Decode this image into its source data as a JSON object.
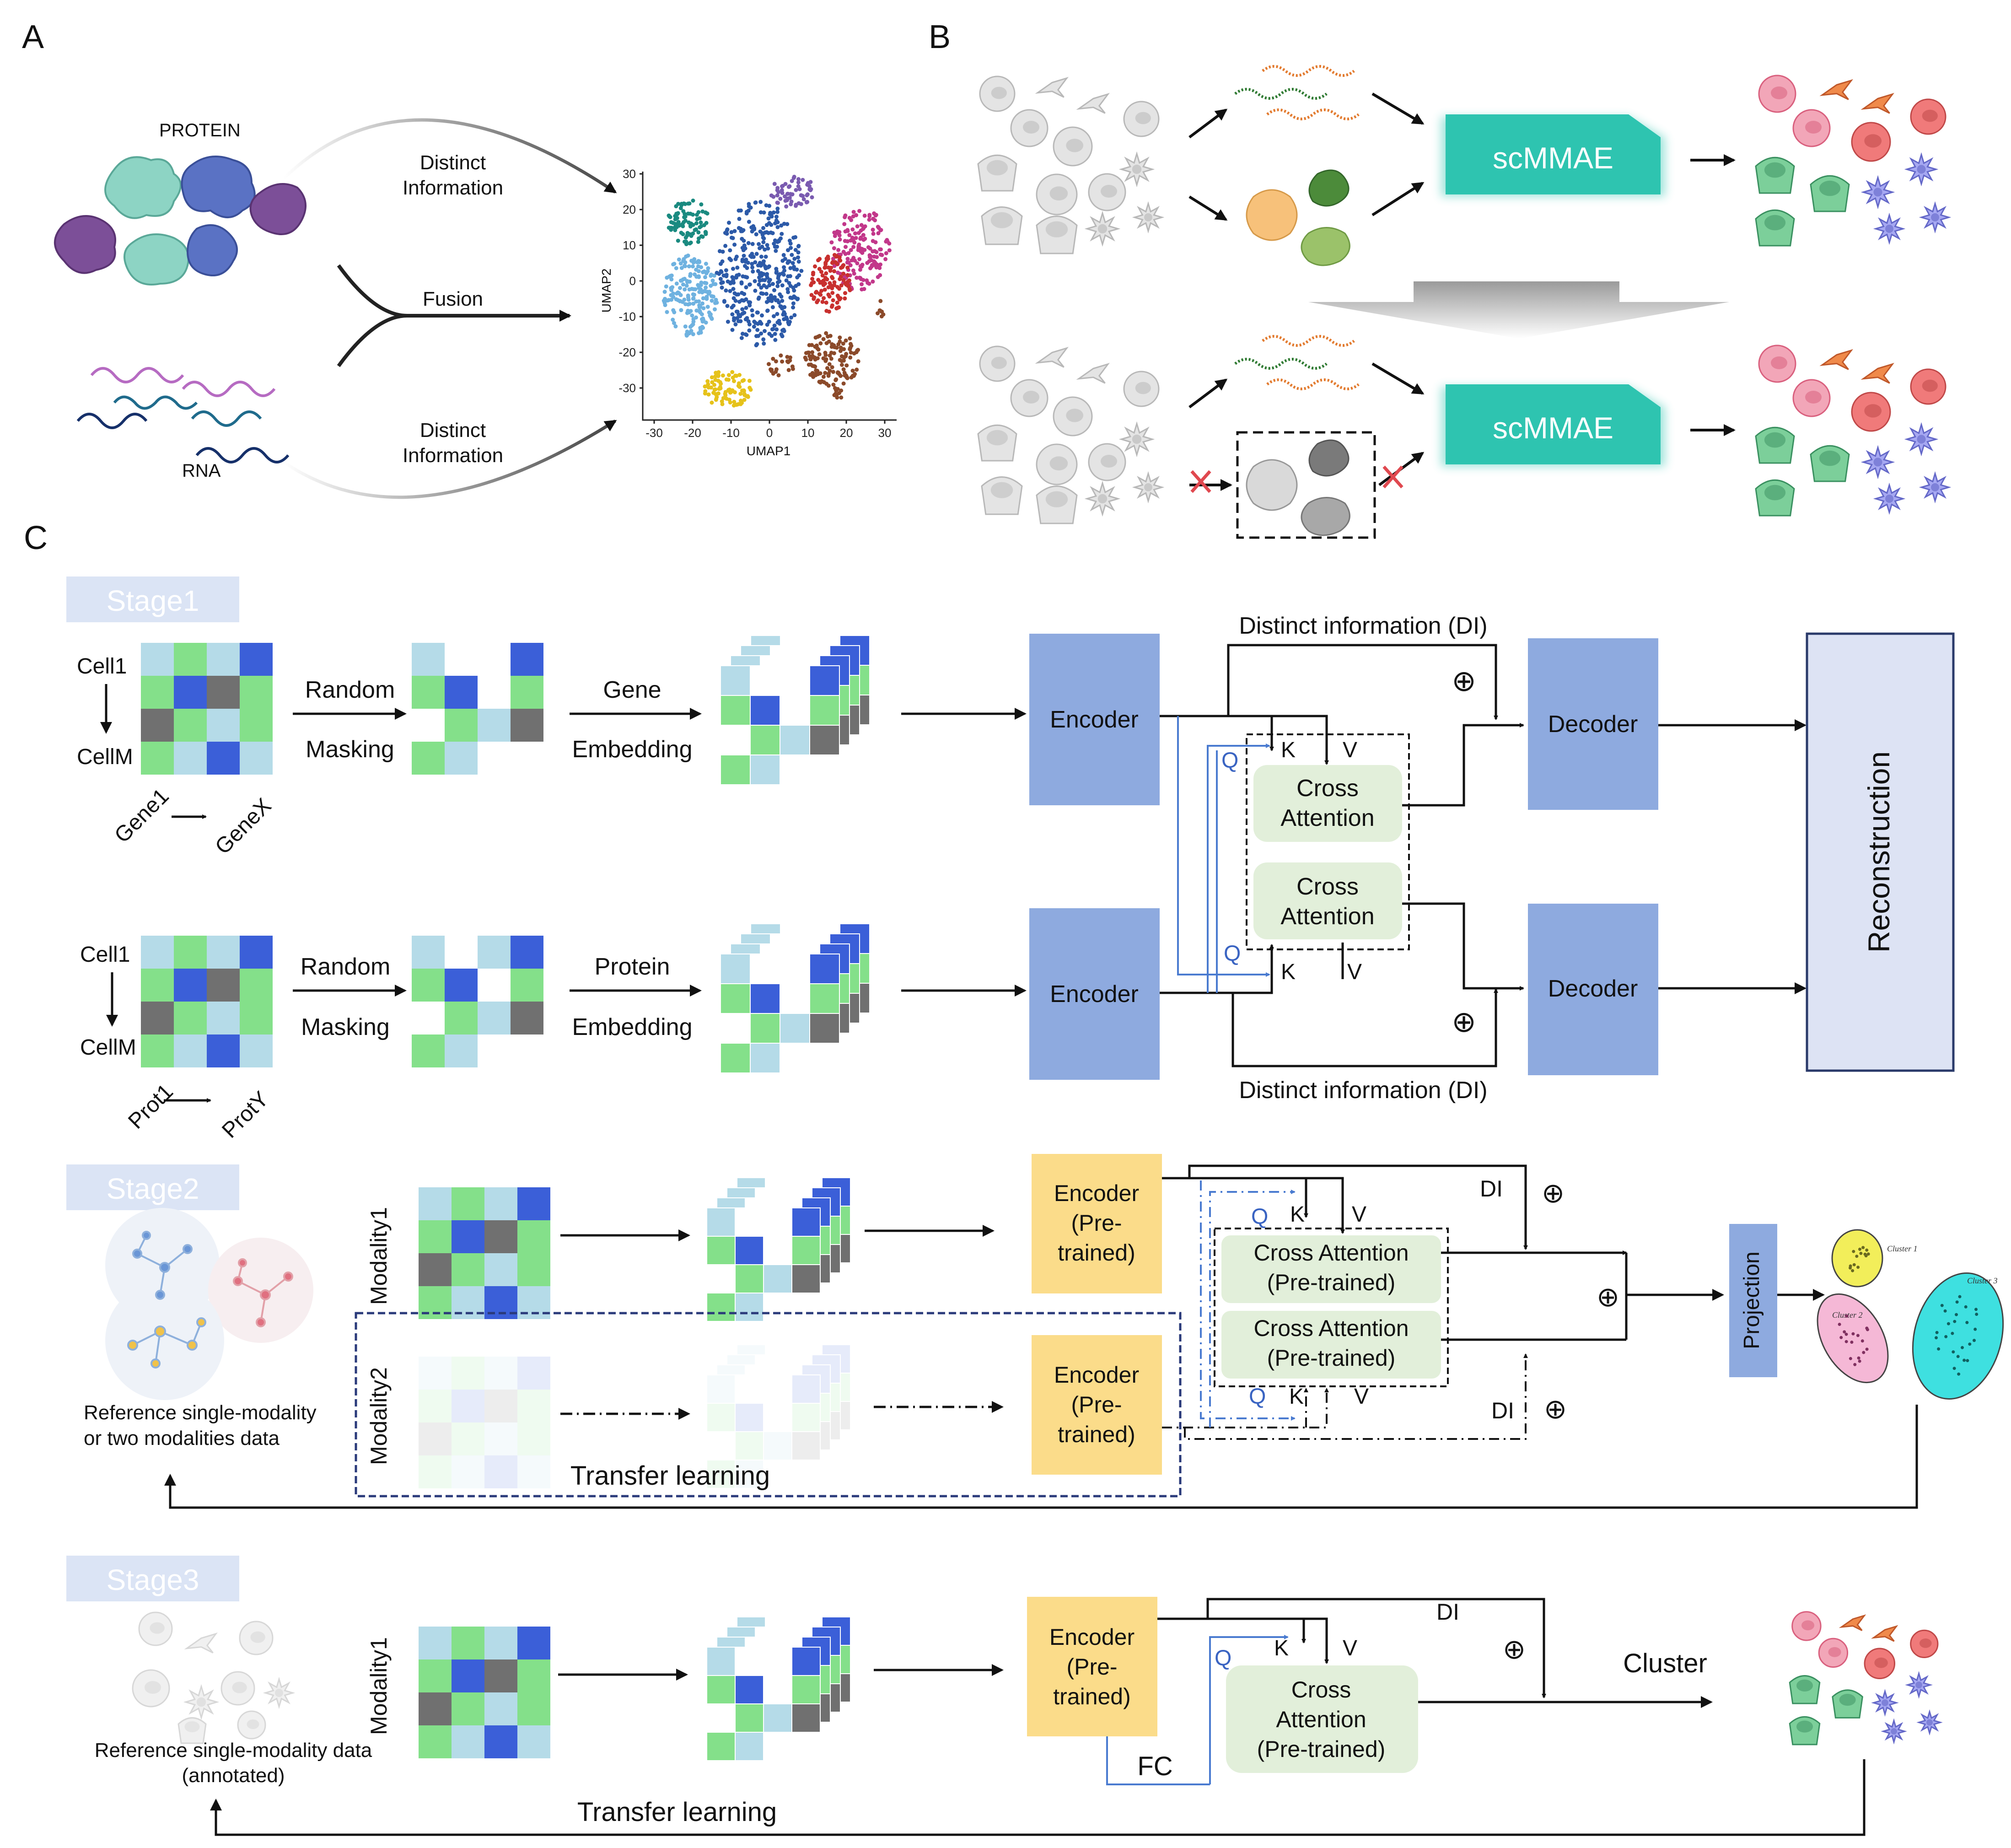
{
  "panels": {
    "a": "A",
    "b": "B",
    "c": "C"
  },
  "panel_a": {
    "protein_label": "PROTEIN",
    "rna_label": "RNA",
    "distinct_top": [
      "Distinct",
      "Information"
    ],
    "fusion": "Fusion",
    "distinct_bottom": [
      "Distinct",
      "Information"
    ],
    "umap": {
      "xlabel": "UMAP1",
      "ylabel": "UMAP2",
      "x_ticks": [
        "-30",
        "-20",
        "-10",
        "0",
        "10",
        "20",
        "30"
      ],
      "y_ticks": [
        "30",
        "20",
        "10",
        "0",
        "-10",
        "-20",
        "-30"
      ],
      "clusters": [
        {
          "color": "#1a8a80"
        },
        {
          "color": "#7a5bb0"
        },
        {
          "color": "#c2378a"
        },
        {
          "color": "#6fb2e0"
        },
        {
          "color": "#2c5aa8"
        },
        {
          "color": "#c8302e"
        },
        {
          "color": "#8b4a2a"
        },
        {
          "color": "#e6c21a"
        }
      ]
    }
  },
  "panel_b": {
    "model_label": "scMMAE",
    "model_color": "#2ec4b0"
  },
  "stage1": {
    "label": "Stage1",
    "top": {
      "cell1": "Cell1",
      "cellm": "CellM",
      "axis_from": "Gene1",
      "axis_to": "GeneX",
      "mask_line1": "Random",
      "mask_line2": "Masking",
      "embed_line1": "Gene",
      "embed_line2": "Embedding"
    },
    "bottom": {
      "cell1": "Cell1",
      "cellm": "CellM",
      "axis_from": "Prot1",
      "axis_to": "ProtY",
      "mask_line1": "Random",
      "mask_line2": "Masking",
      "embed_line1": "Protein",
      "embed_line2": "Embedding"
    },
    "encoder": "Encoder",
    "decoder": "Decoder",
    "cross_attention": [
      "Cross",
      "Attention"
    ],
    "q": "Q",
    "k": "K",
    "v": "V",
    "di_full": "Distinct information (DI)",
    "oplus": "⊕",
    "reconstruction": "Reconstruction"
  },
  "stage2": {
    "label": "Stage2",
    "modality1": "Modality1",
    "modality2": "Modality2",
    "encoder_pre": [
      "Encoder",
      "(Pre-",
      "trained)"
    ],
    "cross_attention_pre": [
      "Cross Attention",
      "(Pre-trained)"
    ],
    "q": "Q",
    "k": "K",
    "v": "V",
    "di": "DI",
    "oplus": "⊕",
    "projection": "Projection",
    "reference": [
      "Reference single-modality",
      "or two modalities data"
    ],
    "transfer": "Transfer learning",
    "clusters": [
      "Cluster 1",
      "Cluster 2",
      "Cluster 3"
    ]
  },
  "stage3": {
    "label": "Stage3",
    "modality1": "Modality1",
    "encoder_pre": [
      "Encoder",
      "(Pre-",
      "trained)"
    ],
    "cross_attention_pre": [
      "Cross",
      "Attention",
      "(Pre-trained)"
    ],
    "q": "Q",
    "k": "K",
    "v": "V",
    "di": "DI",
    "oplus": "⊕",
    "fc": "FC",
    "cluster": "Cluster",
    "reference": [
      "Reference single-modality data",
      "(annotated)"
    ],
    "transfer": "Transfer learning"
  },
  "colors": {
    "stage_badge": "#dbe4f5",
    "encoder_blue": "#8eaadf",
    "encoder_yellow": "#fbdc8a",
    "cross_attention": "#e2efda",
    "reconstruction": "#dde3f4",
    "matrix": [
      "#b5dbe8",
      "#84e08a",
      "#3b5fd8",
      "#707070",
      "#ffffff"
    ]
  }
}
